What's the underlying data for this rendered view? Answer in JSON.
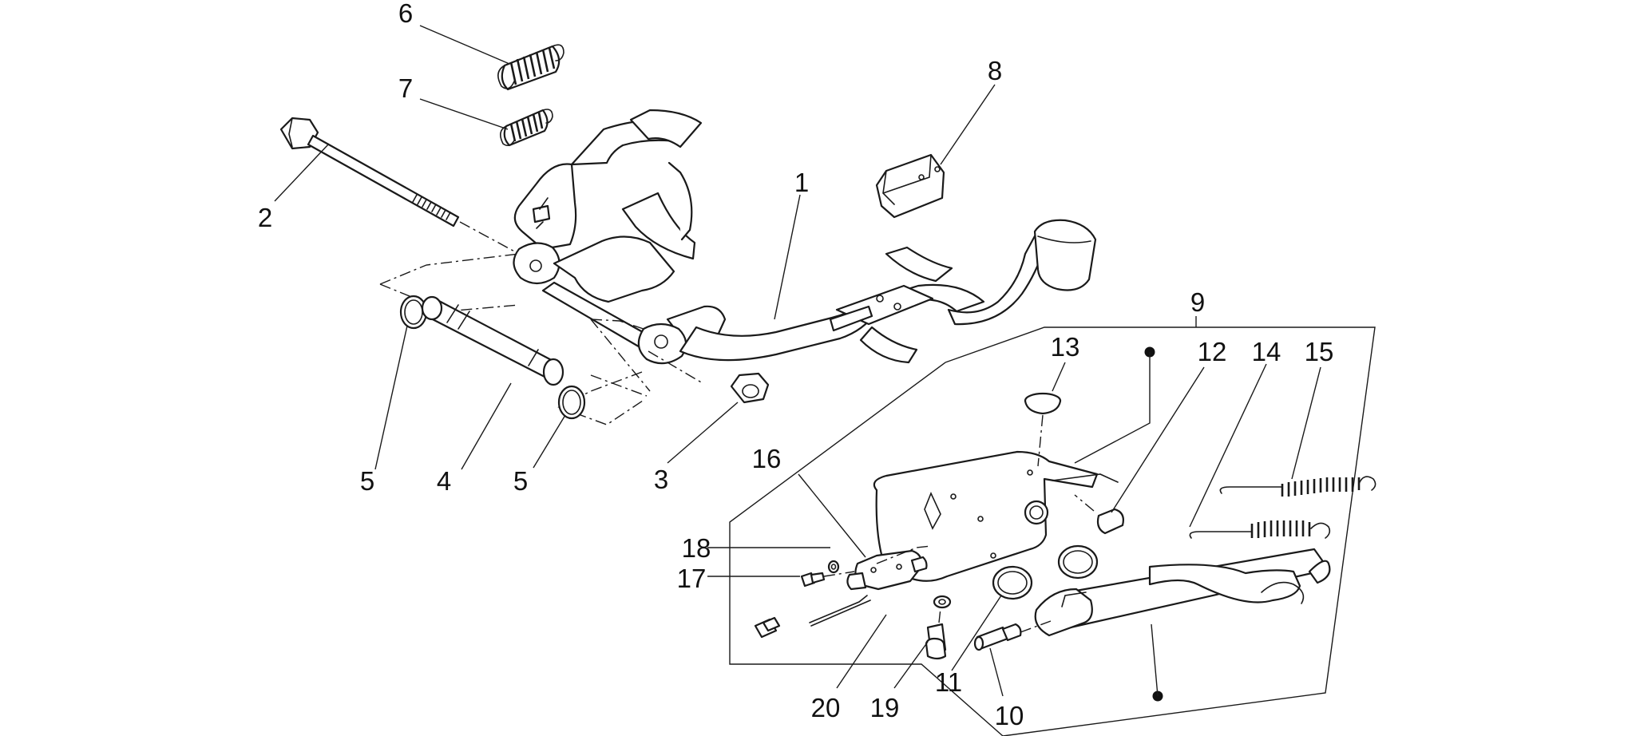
{
  "diagram": {
    "callouts": [
      {
        "id": "1",
        "label": "1"
      },
      {
        "id": "2",
        "label": "2"
      },
      {
        "id": "3",
        "label": "3"
      },
      {
        "id": "4",
        "label": "4"
      },
      {
        "id": "5a",
        "label": "5"
      },
      {
        "id": "5b",
        "label": "5"
      },
      {
        "id": "6",
        "label": "6"
      },
      {
        "id": "7",
        "label": "7"
      },
      {
        "id": "8",
        "label": "8"
      },
      {
        "id": "9",
        "label": "9"
      },
      {
        "id": "10",
        "label": "10"
      },
      {
        "id": "11",
        "label": "11"
      },
      {
        "id": "12",
        "label": "12"
      },
      {
        "id": "13",
        "label": "13"
      },
      {
        "id": "14",
        "label": "14"
      },
      {
        "id": "15",
        "label": "15"
      },
      {
        "id": "16",
        "label": "16"
      },
      {
        "id": "17",
        "label": "17"
      },
      {
        "id": "18",
        "label": "18"
      },
      {
        "id": "19",
        "label": "19"
      },
      {
        "id": "20",
        "label": "20"
      }
    ]
  }
}
